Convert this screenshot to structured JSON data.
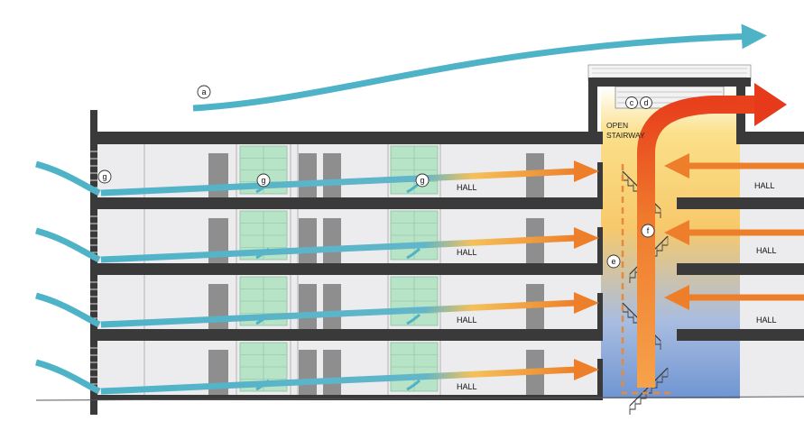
{
  "labels": {
    "hall": "HALL",
    "open_stairway_line1": "OPEN",
    "open_stairway_line2": "STAIRWAY"
  },
  "callouts": {
    "a": "a",
    "c": "c",
    "d": "d",
    "e": "e",
    "f": "f",
    "g": "g"
  },
  "colors": {
    "air_in": "#4fb3c8",
    "air_warm": "#f08a2a",
    "air_hot": "#e8401c",
    "slab": "#3a3a3a",
    "window_green": "#b7e3c6",
    "stair_warm": "#f7c96b",
    "stair_cool": "#7fa4d8"
  }
}
